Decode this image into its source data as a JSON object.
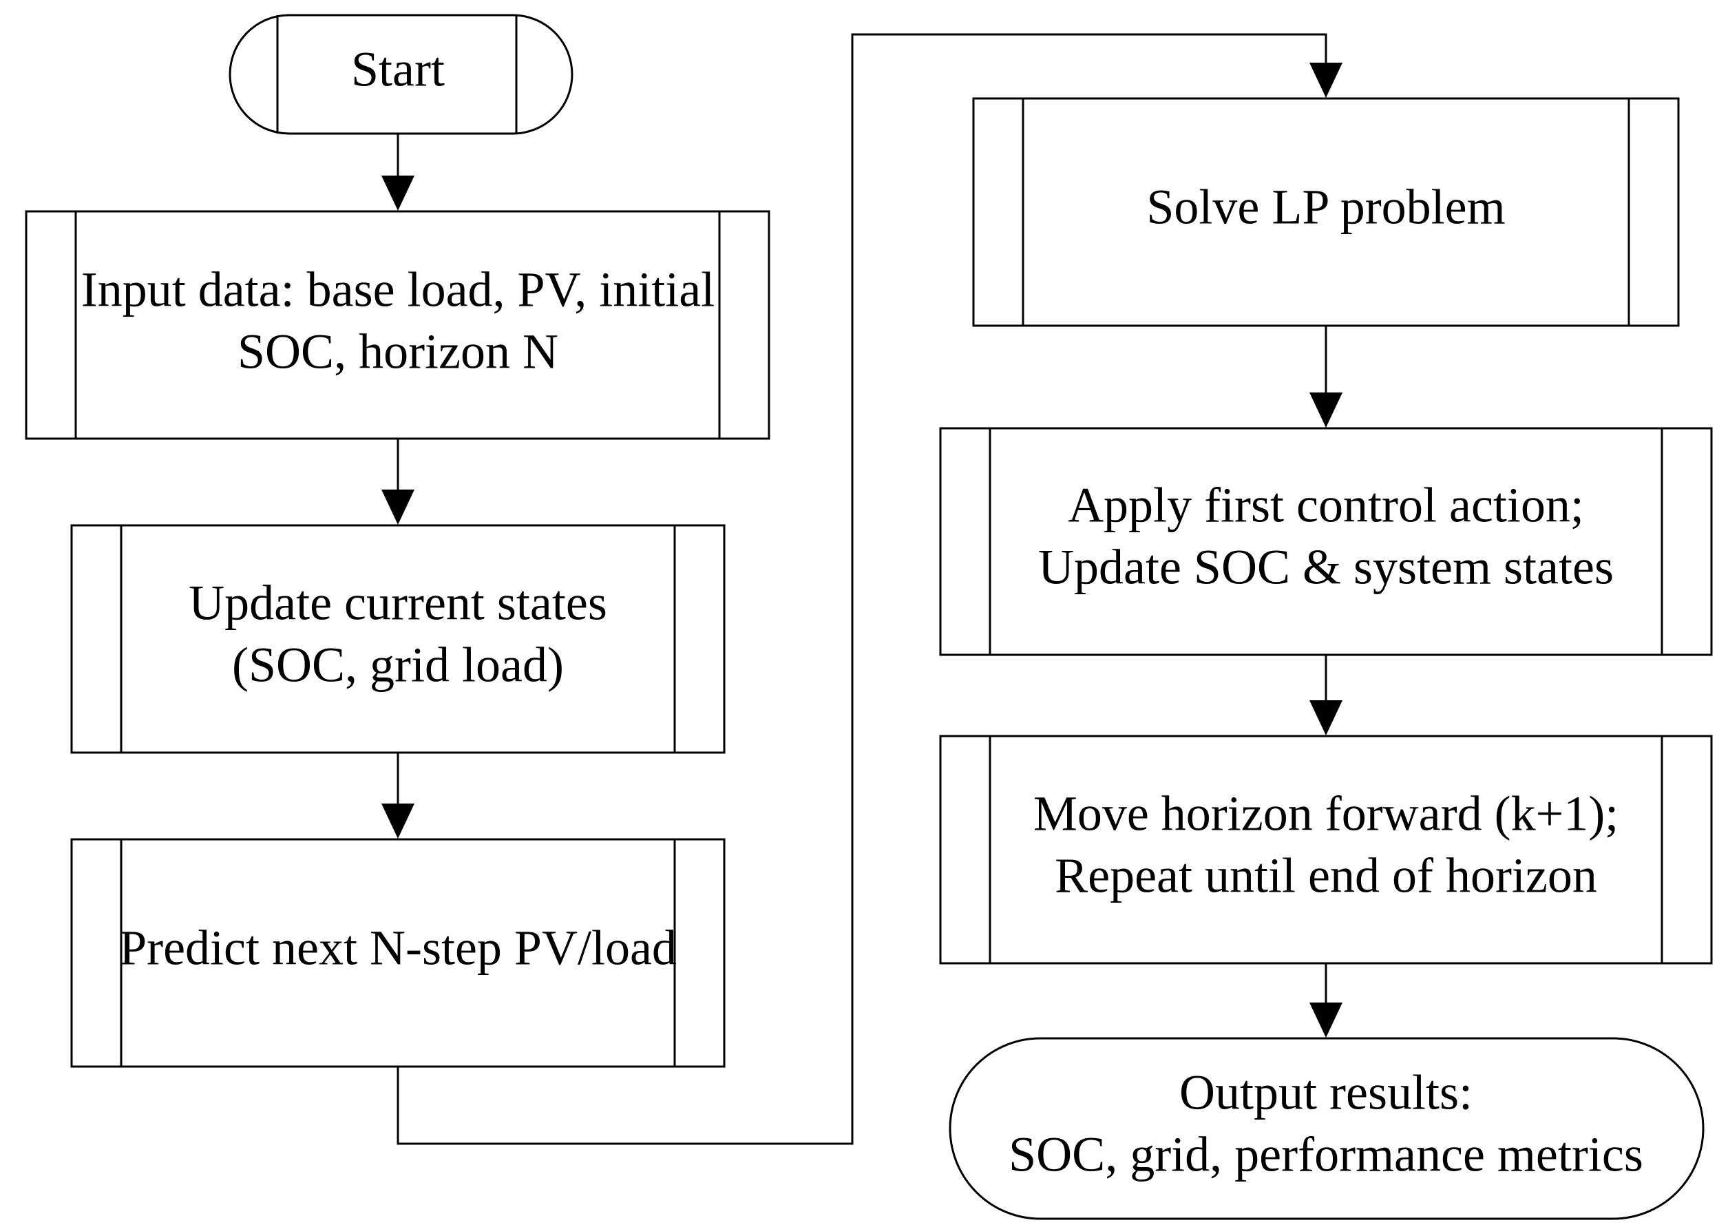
{
  "diagram": {
    "start": "Start",
    "input_data": [
      "Input data: base load, PV, initial",
      "SOC, horizon N"
    ],
    "update_states": [
      "Update current states",
      "(SOC, grid load)"
    ],
    "predict": "Predict next N-step PV/load",
    "solve_lp": "Solve LP problem",
    "apply_control": [
      "Apply first control action;",
      "Update SOC & system states"
    ],
    "move_horizon": [
      "Move horizon forward (k+1);",
      "Repeat until end of horizon"
    ],
    "output": [
      "Output results:",
      "SOC, grid, performance metrics"
    ]
  }
}
